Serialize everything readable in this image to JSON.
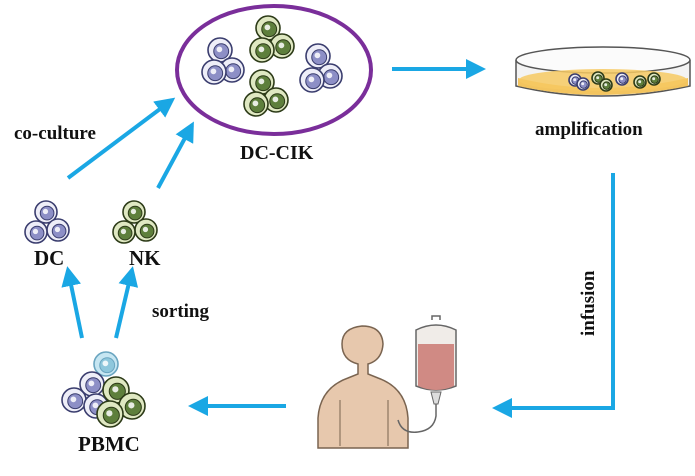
{
  "labels": {
    "co_culture": "co-culture",
    "dc_cik": "DC-CIK",
    "amplification": "amplification",
    "dc": "DC",
    "nk": "NK",
    "sorting": "sorting",
    "infusion": "infusion",
    "pbmc": "PBMC"
  },
  "colors": {
    "arrow": "#1aa7e4",
    "ellipse": "#7a2e9a",
    "dc_cell": "#8d8fc6",
    "nk_cell": "#5e7f3c",
    "dish_medium": "#f3c45e",
    "iv_fluid": "#d08a84",
    "body": "#e7c8ad"
  }
}
